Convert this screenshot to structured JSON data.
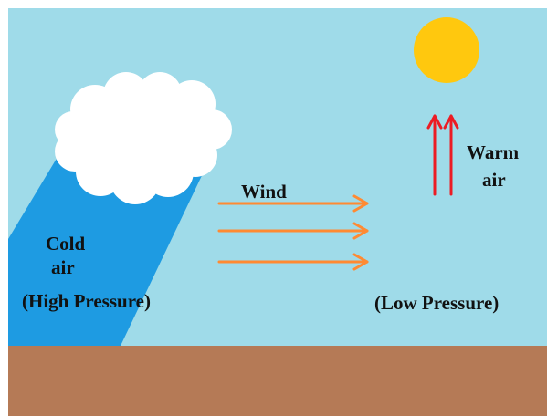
{
  "colors": {
    "sky": "#9fdbe9",
    "ground": "#b57a56",
    "cold_air_beam": "#1e9be2",
    "cloud": "#ffffff",
    "sun": "#ffc80e",
    "wind_arrow": "#ff8a32",
    "warm_arrow": "#ec1c24",
    "text": "#111111"
  },
  "labels": {
    "cold_line1": "Cold",
    "cold_line2": "air",
    "high_pressure": "(High Pressure)",
    "wind": "Wind",
    "warm_line1": "Warm",
    "warm_line2": "air",
    "low_pressure": "(Low Pressure)"
  },
  "icons": {
    "cloud": "cloud-icon",
    "sun": "sun-icon",
    "wind_arrows": "right-arrow-icon",
    "warm_arrows": "up-arrow-icon"
  },
  "wind_arrow_count": 3,
  "warm_arrow_count": 2
}
